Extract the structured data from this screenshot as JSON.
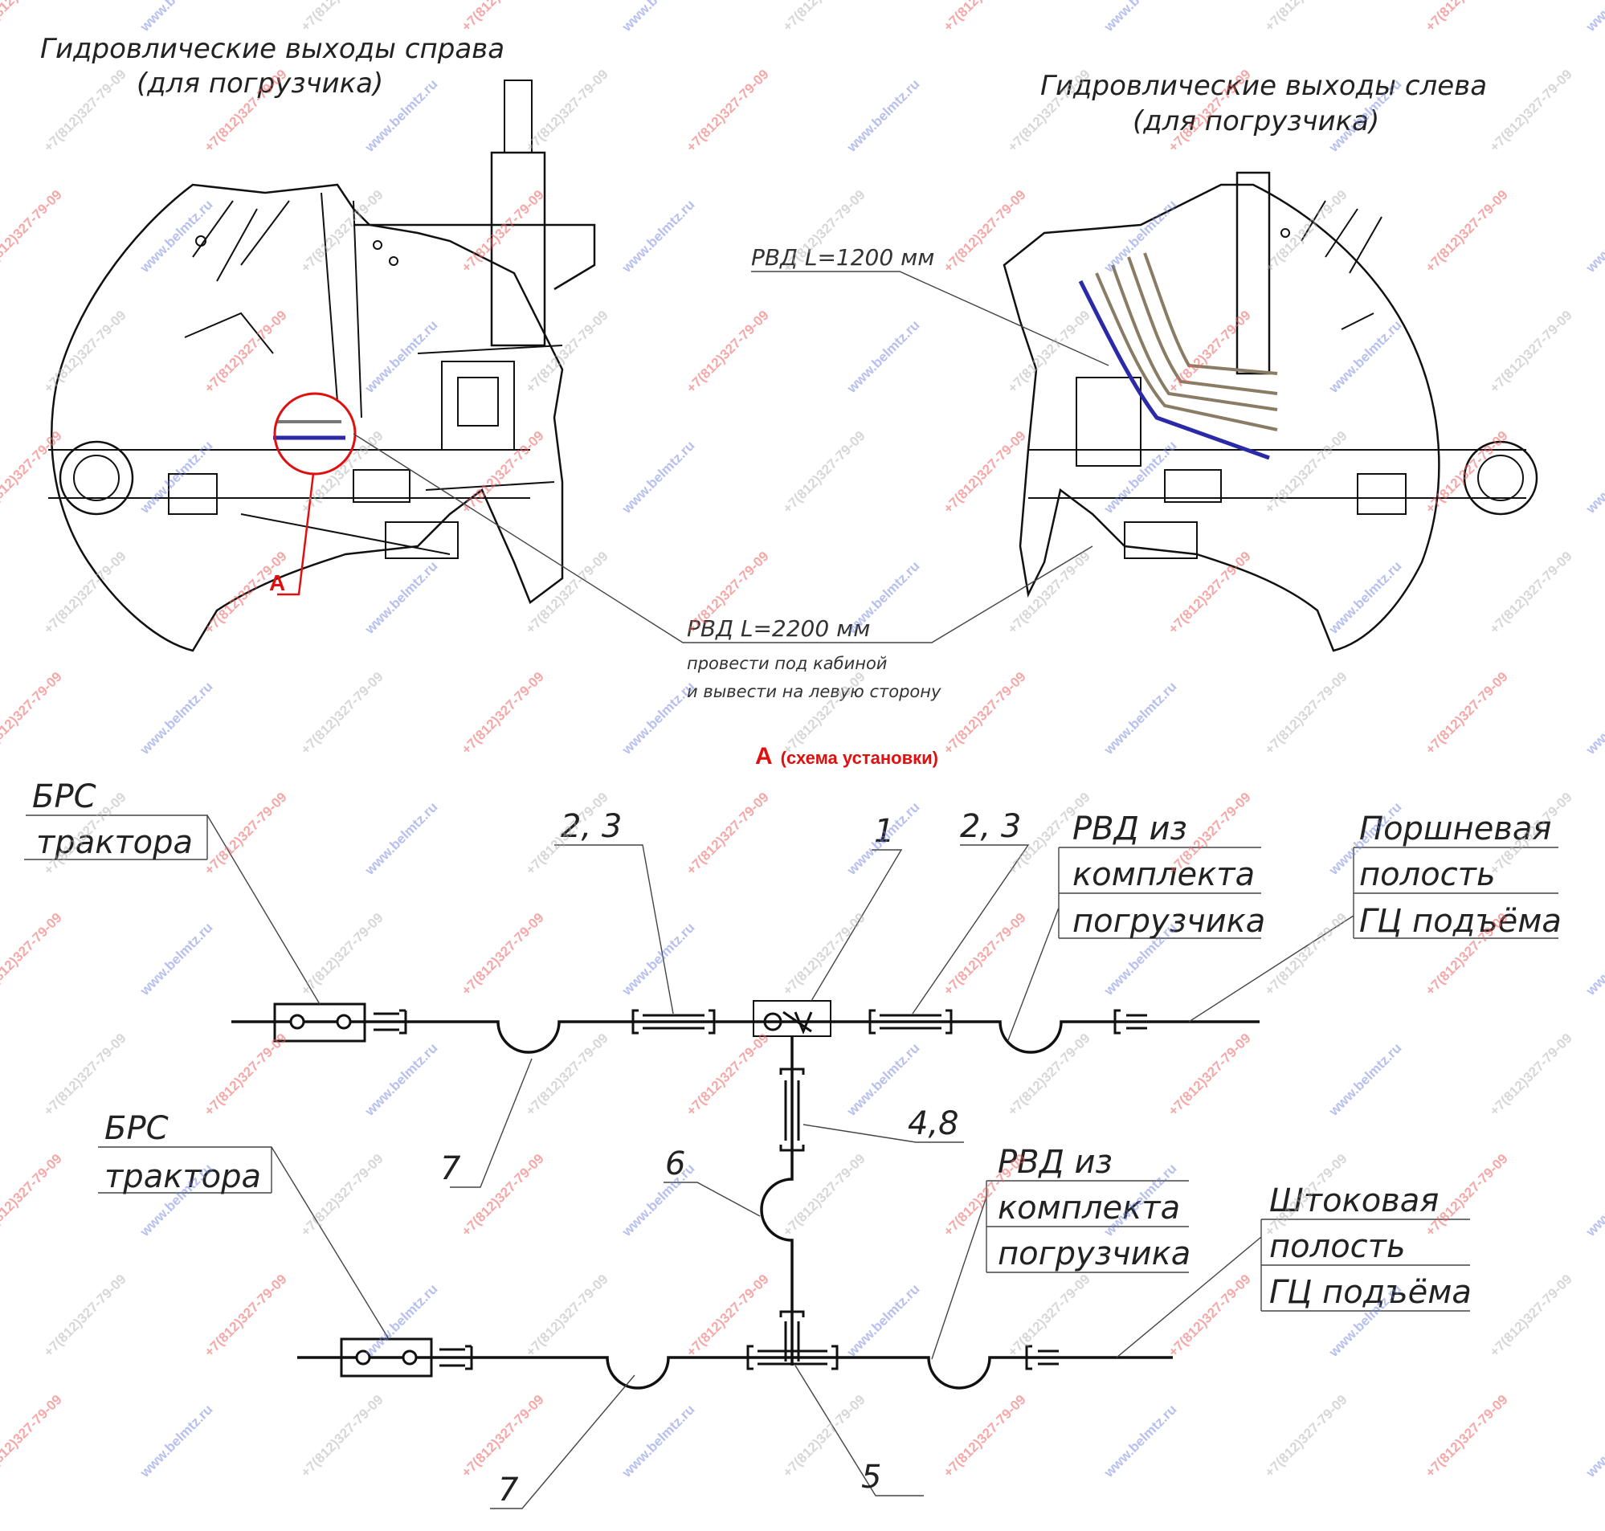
{
  "top": {
    "right_outputs_title": [
      "Гидровлические выходы справа",
      "(для погрузчика)"
    ],
    "left_outputs_title": [
      "Гидровлические выходы слева",
      "(для погрузчика)"
    ],
    "hose_1200": "РВД L=1200 мм",
    "hose_2200": [
      "РВД L=2200 мм",
      "провести под кабиной",
      "и вывести на левую сторону"
    ],
    "callout_a": "А"
  },
  "scheme": {
    "title_letter": "А",
    "title_note": "(схема установки)",
    "brs_upper": [
      "БРС",
      "трактора"
    ],
    "brs_lower": [
      "БРС",
      "трактора"
    ],
    "label_23_left": "2, 3",
    "label_1": "1",
    "label_23_right": "2, 3",
    "rvd_upper": [
      "РВД из",
      "комплекта",
      "погрузчика"
    ],
    "piston_cavity": [
      "Поршневая",
      "полость",
      "ГЦ подъёма"
    ],
    "label_7_upper": "7",
    "label_48": "4,8",
    "label_6": "6",
    "rvd_lower": [
      "РВД из",
      "комплекта",
      "погрузчика"
    ],
    "rod_cavity": [
      "Штоковая",
      "полость",
      "ГЦ подъёма"
    ],
    "label_7_lower": "7",
    "label_5": "5"
  },
  "watermarks": [
    "+7(812)327-79-09",
    "www.belmtz.ru"
  ],
  "colors": {
    "callout": "#e01010",
    "hose_blue": "#2a2aa8",
    "line": "#111111"
  }
}
